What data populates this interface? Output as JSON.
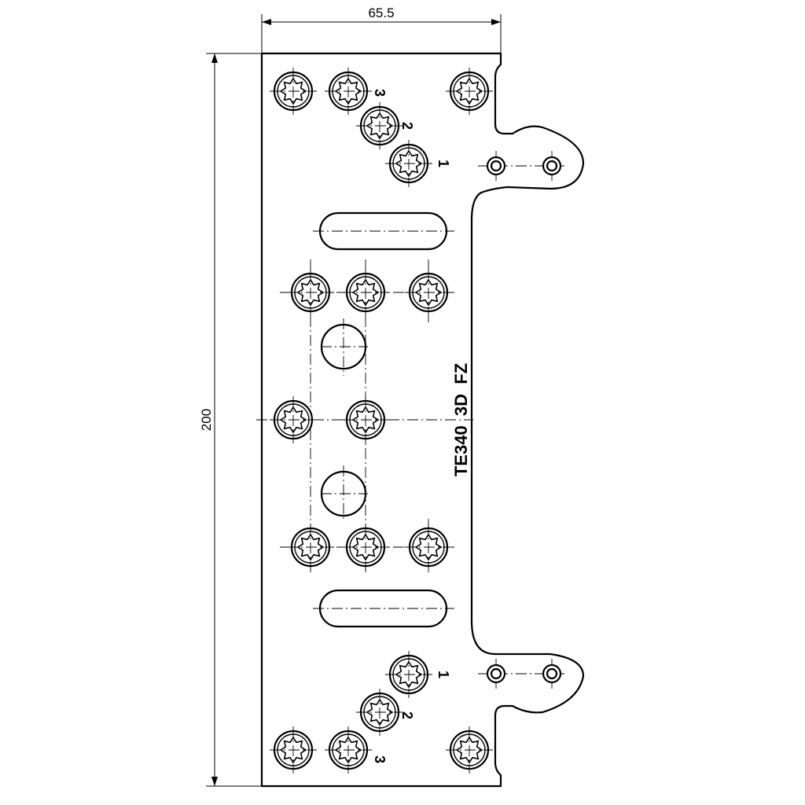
{
  "dimensions": {
    "width_label": "65.5",
    "height_label": "200"
  },
  "plate_marking": "TE340  3D  FZ",
  "screw_order_labels": [
    "1",
    "2",
    "3"
  ]
}
